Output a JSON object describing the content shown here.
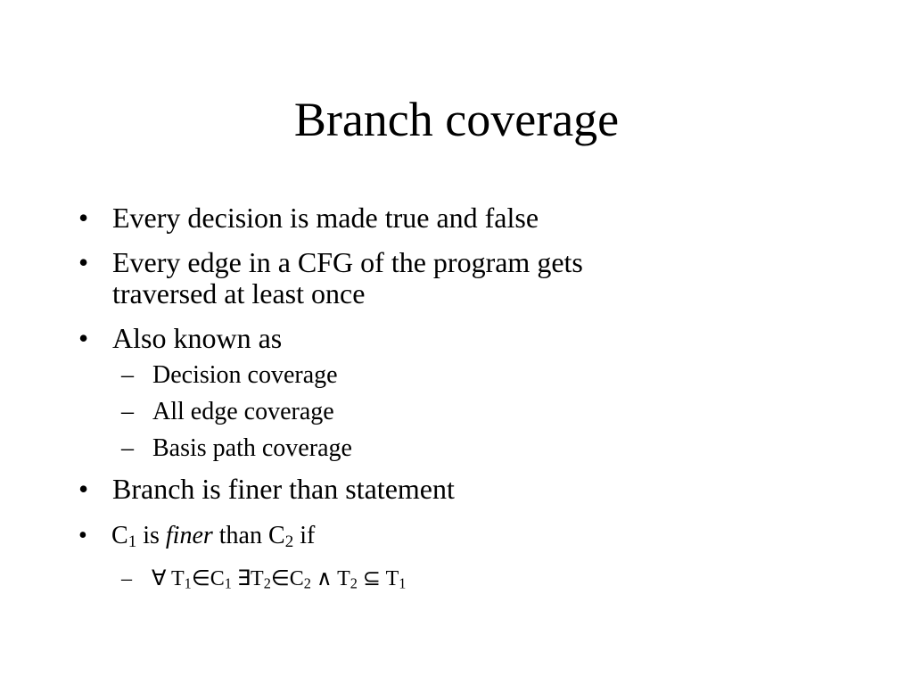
{
  "slide": {
    "title": "Branch coverage",
    "bullet_marker": "•",
    "dash_marker": "–",
    "items": [
      "Every decision is made true and false",
      "Every edge in a CFG of the program gets",
      "traversed at least once",
      "Also known as",
      "Branch is finer than statement"
    ],
    "subitems": [
      "Decision coverage",
      "All edge coverage",
      "Basis path coverage"
    ],
    "finer_definition": {
      "c1": "C",
      "c1_sub": "1",
      "is": " is ",
      "finer": "finer",
      "than": " than ",
      "c2": "C",
      "c2_sub": "2",
      "if": " if"
    },
    "formula": {
      "forall": "∀ T",
      "t1_sub": "1",
      "in1": "∈C",
      "c1_sub": "1",
      "exists": " ∃T",
      "t2_sub": "2",
      "in2": "∈C",
      "c2_sub": "2",
      "and": " ∧ T",
      "t2b_sub": "2",
      "subset": " ⊆ T",
      "t1b_sub": "1"
    }
  }
}
